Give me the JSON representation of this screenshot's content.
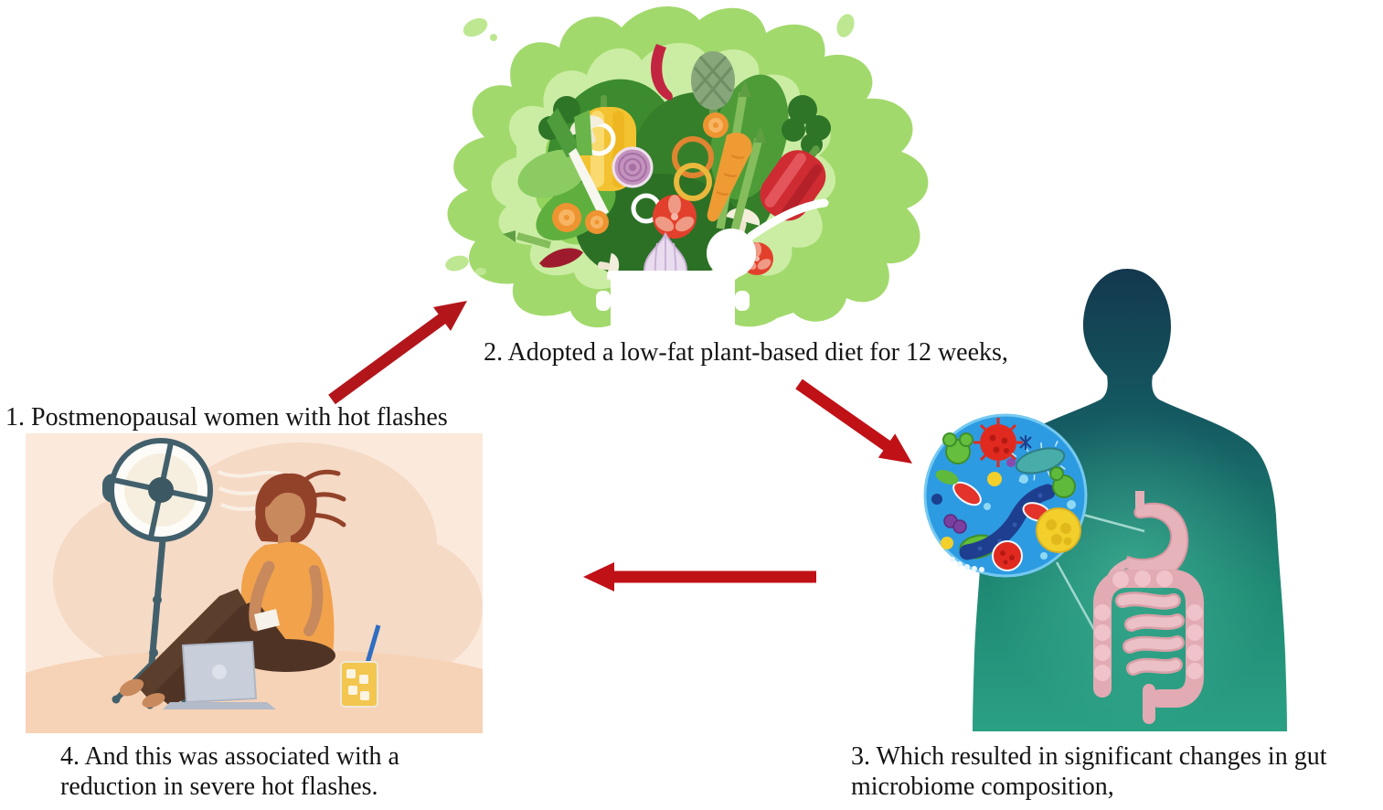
{
  "figure": {
    "kind": "cycle-diagram"
  },
  "steps": [
    {
      "label": "1. Postmenopausal women with hot flashes"
    },
    {
      "label": "2. Adopted a low-fat plant-based diet for 12 weeks,"
    },
    {
      "line1": "3. Which resulted in significant changes in gut",
      "line2": "microbiome composition,"
    },
    {
      "line1": "4. And this was associated with a",
      "line2": "reduction in severe hot flashes."
    }
  ],
  "illustrations": {
    "plant_diet": "vegetables-bursting-from-cooking-pot",
    "woman": "woman-sitting-by-electric-fan-with-laptop-and-iced-drink",
    "gut": "human-silhouette-with-digestive-tract-and-gut-microbiome-zoom"
  },
  "arrows": [
    {
      "name": "step1-to-step2"
    },
    {
      "name": "step2-to-step3"
    },
    {
      "name": "step3-to-step4"
    }
  ],
  "colors": {
    "arrow_red": "#BB1317",
    "text": "#141414",
    "splash_outer_green": "#A2D96C",
    "splash_light_green": "#CBEDA3",
    "splash_mid_green": "#92D45C",
    "leaf_dark_green": "#2C7026",
    "peach_background": "#FBE9DB",
    "peach_cloud": "#F5DAC6",
    "peach_floor": "#F6D2B6",
    "fan_steel": "#42606C",
    "shirt_orange": "#F2A24B",
    "skin_tan": "#C8895C",
    "hair_auburn": "#93422A",
    "pants_brown": "#4F3425",
    "body_navy": "#13384E",
    "body_teal": "#2BA084",
    "gut_pink": "#E7B3BA",
    "microbiome_blue": "#2D9BE2"
  }
}
